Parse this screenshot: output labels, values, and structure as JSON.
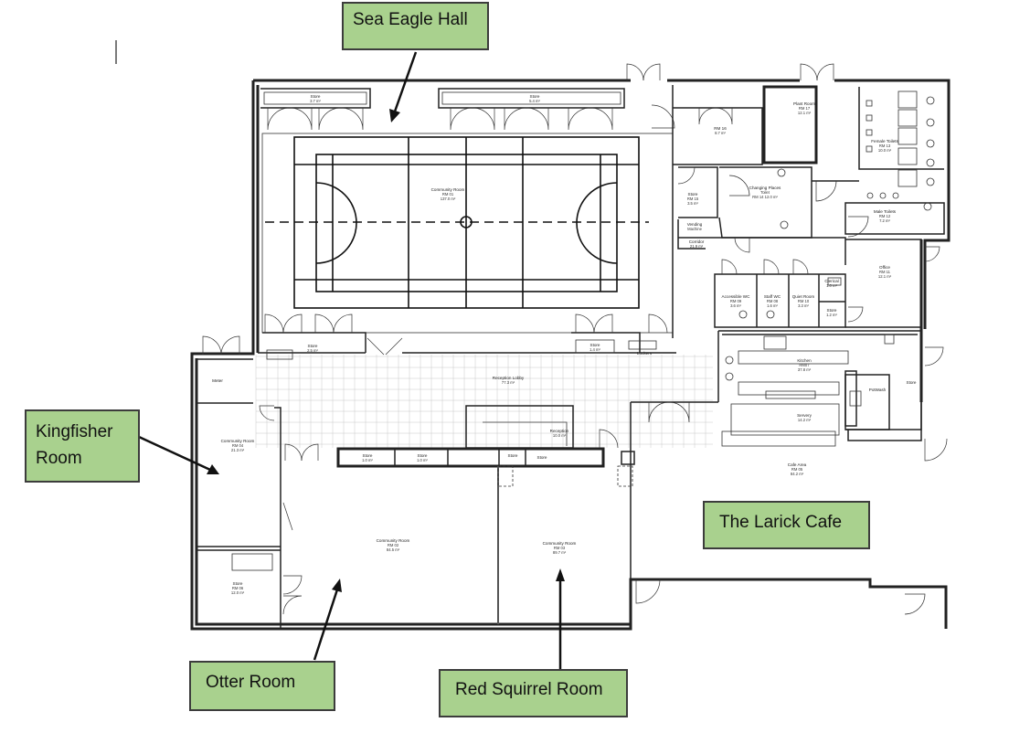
{
  "callouts": {
    "sea_eagle": "Sea Eagle Hall",
    "kingfisher_line1": "Kingfisher",
    "kingfisher_line2": "Room",
    "larick": "The Larick Cafe",
    "otter": "Otter Room",
    "red_squirrel": "Red Squirrel Room"
  },
  "rooms": {
    "store_a": {
      "name": "Store",
      "area": "3.7 m²"
    },
    "store_b": {
      "name": "Store",
      "area": "5.4 m²"
    },
    "community_01": {
      "name": "Community Room",
      "ref": "RM 01",
      "area": "137.0 m²"
    },
    "rm16": {
      "name": "RM 16",
      "area": "8.7 m²"
    },
    "plant_room": {
      "name": "Plant Room",
      "ref": "RM 17",
      "area": "12.1 m²"
    },
    "female_toilets": {
      "name": "Female Toilets",
      "ref": "RM 13",
      "area": "10.0 m²"
    },
    "changing": {
      "name": "Changing Places",
      "ref": "Toilet",
      "area": "RM 14 12.0 m²"
    },
    "male_toilets": {
      "name": "Male Toilets",
      "ref": "RM 12",
      "area": "7.2 m²"
    },
    "store_c": {
      "name": "Store",
      "ref": "RM 15",
      "area": "3.5 m²"
    },
    "vending": {
      "name": "Vending",
      "ref": "Machine"
    },
    "corridor": {
      "name": "Corridor",
      "area": "21.9 m²"
    },
    "office": {
      "name": "Office",
      "ref": "RM 11",
      "area": "12.1 m²"
    },
    "clerical": {
      "name": "Clerical",
      "area": "1.0 m²"
    },
    "accessible_wc": {
      "name": "Accessible WC",
      "ref": "RM 09",
      "area": "3.6 m²"
    },
    "staff_wc": {
      "name": "Staff WC",
      "ref": "RM 08",
      "area": "1.6 m²"
    },
    "quiet_room": {
      "name": "Quiet Room",
      "ref": "RM 10",
      "area": "3.3 m²"
    },
    "store_d": {
      "name": "Store",
      "area": "1.2 m²"
    },
    "store_e": {
      "name": "Store",
      "area": "2.5 m²"
    },
    "store_f": {
      "name": "Store",
      "area": "1.4 m²"
    },
    "lockers": {
      "name": "Lockers"
    },
    "kitchen": {
      "name": "Kitchen",
      "ref": "RM07",
      "area": "37.8 m²"
    },
    "potwash": {
      "name": "PotWash"
    },
    "store_g": {
      "name": "Store"
    },
    "servery": {
      "name": "Servery",
      "area": "14.2 m²"
    },
    "reception_lobby": {
      "name": "Reception Lobby",
      "area": "77.3 m²"
    },
    "reception": {
      "name": "Reception",
      "area": "10.0 m²"
    },
    "meter": {
      "name": "Meter"
    },
    "community_04": {
      "name": "Community Room",
      "ref": "RM 04",
      "area": "21.3 m²"
    },
    "store_06": {
      "name": "Store",
      "ref": "RM 06",
      "area": "12.0 m²"
    },
    "store_h": {
      "name": "Store",
      "area": "1.0 m²"
    },
    "store_i": {
      "name": "Store",
      "area": "1.0 m²"
    },
    "store_j": {
      "name": "Store"
    },
    "store_k": {
      "name": "Store"
    },
    "cafe_area": {
      "name": "Cafe Area",
      "ref": "RM 05",
      "area": "84.2 m²"
    },
    "community_02": {
      "name": "Community Room",
      "ref": "RM 02",
      "area": "84.5 m²"
    },
    "community_03": {
      "name": "Community Room",
      "ref": "RM 03",
      "area": "89.7 m²"
    }
  },
  "colors": {
    "callout_fill": "#a9d18e",
    "callout_border": "#3c3c3c",
    "wall": "#222222",
    "tile_grid": "#c8c8c8"
  }
}
